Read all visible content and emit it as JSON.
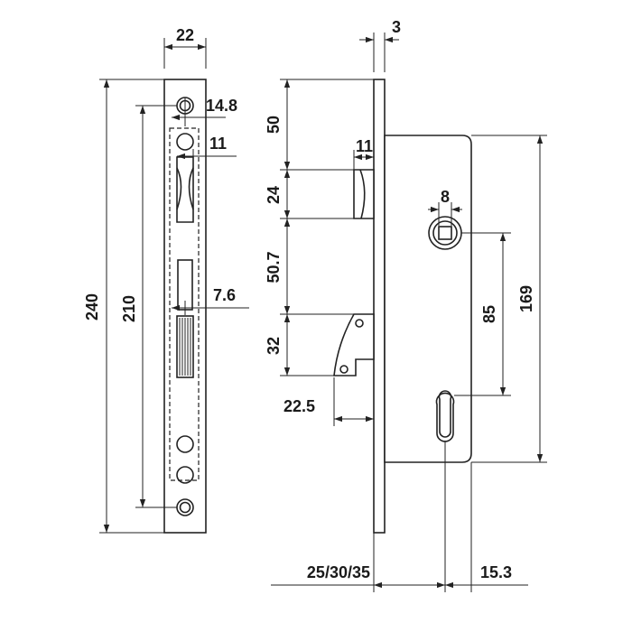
{
  "dimensions": {
    "faceplate_width": "22",
    "screw_offset": "14.8",
    "latch_offset": "11",
    "faceplate_slot": "7.6",
    "overall_height": "240",
    "screw_spacing": "210",
    "plate_thickness": "3",
    "top_to_latch": "50",
    "latch_height": "24",
    "latch_to_bolt": "50.7",
    "bolt_height": "32",
    "latch_projection": "11",
    "bolt_projection": "22.5",
    "spindle_square": "8",
    "spindle_to_cylinder": "85",
    "case_height": "169",
    "backset": "25/30/35",
    "cylinder_to_edge": "15.3"
  },
  "colors": {
    "line": "#222222",
    "background": "#ffffff"
  }
}
